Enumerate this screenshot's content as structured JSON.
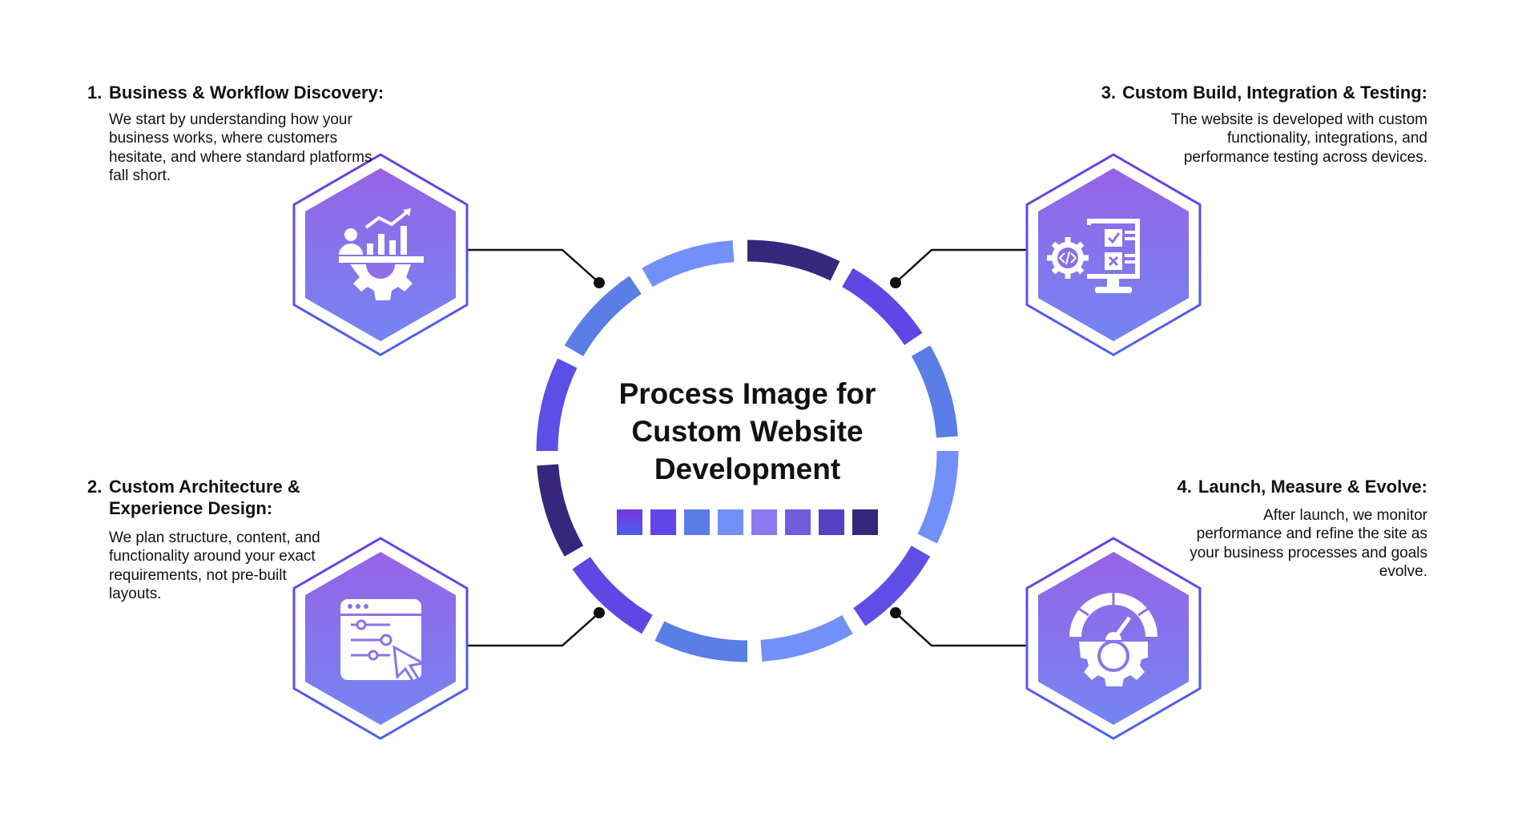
{
  "title": [
    "Process Image for",
    "Custom Website",
    "Development"
  ],
  "steps": [
    {
      "number": "1.",
      "heading": "Business & Workflow Discovery:",
      "body": "We start by understanding how your business works, where customers hesitate, and where standard platforms fall short.",
      "icon": "business-growth-gear-icon"
    },
    {
      "number": "2.",
      "heading": "Custom Architecture & Experience Design:",
      "body": "We plan structure, content, and functionality around your exact requirements, not pre-built layouts.",
      "icon": "browser-settings-cursor-icon"
    },
    {
      "number": "3.",
      "heading": "Custom Build, Integration & Testing:",
      "body": "The website is developed with custom functionality, integrations, and performance testing across devices.",
      "icon": "monitor-code-checklist-icon"
    },
    {
      "number": "4.",
      "heading": "Launch, Measure & Evolve:",
      "body": "After launch, we monitor performance and refine the site as your business processes and goals evolve.",
      "icon": "speedometer-gear-icon"
    }
  ],
  "colors": {
    "ring_segments": [
      "#37277c",
      "#6046e4",
      "#5a7de6",
      "#7390f8",
      "#5f4ee6",
      "#7390f8",
      "#5a7de6",
      "#6046e4",
      "#37277c",
      "#5b4fe6",
      "#5a7de6",
      "#7390f8"
    ],
    "swatches": [
      "#6a40e4",
      "#6046e4",
      "#5a7de6",
      "#7390f8",
      "#8d7af5",
      "#6f5ddc",
      "#5440c0",
      "#37277c"
    ],
    "hex_top": "#9663e6",
    "hex_bottom": "#7585f2",
    "hex_border": "#5a45ea"
  }
}
